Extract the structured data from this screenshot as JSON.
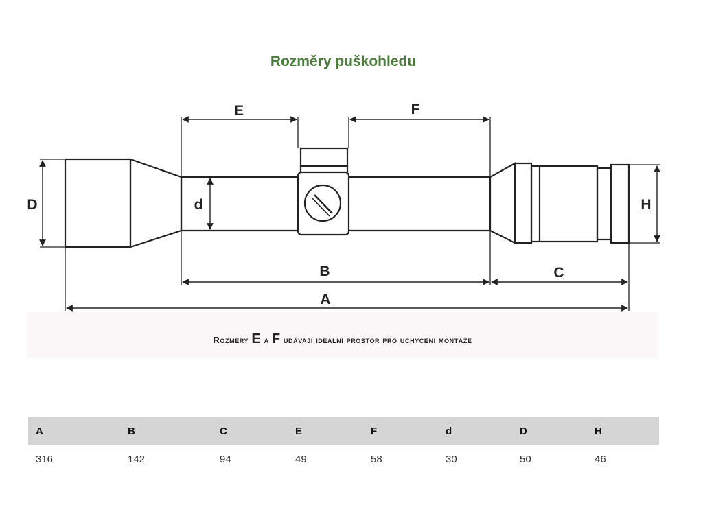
{
  "title": "Rozměry puškohledu",
  "diagram": {
    "labels": {
      "A": "A",
      "B": "B",
      "C": "C",
      "D": "D",
      "E": "E",
      "F": "F",
      "H": "H",
      "d": "d"
    }
  },
  "caption": {
    "prefix": "Rozměry",
    "e": "E",
    "middle": "a",
    "f": "F",
    "suffix": "udávají ideální prostor pro uchycení montáže"
  },
  "table": {
    "headers": [
      "A",
      "B",
      "C",
      "E",
      "F",
      "d",
      "D",
      "H"
    ],
    "values": [
      "316",
      "142",
      "94",
      "49",
      "58",
      "30",
      "50",
      "46"
    ]
  }
}
